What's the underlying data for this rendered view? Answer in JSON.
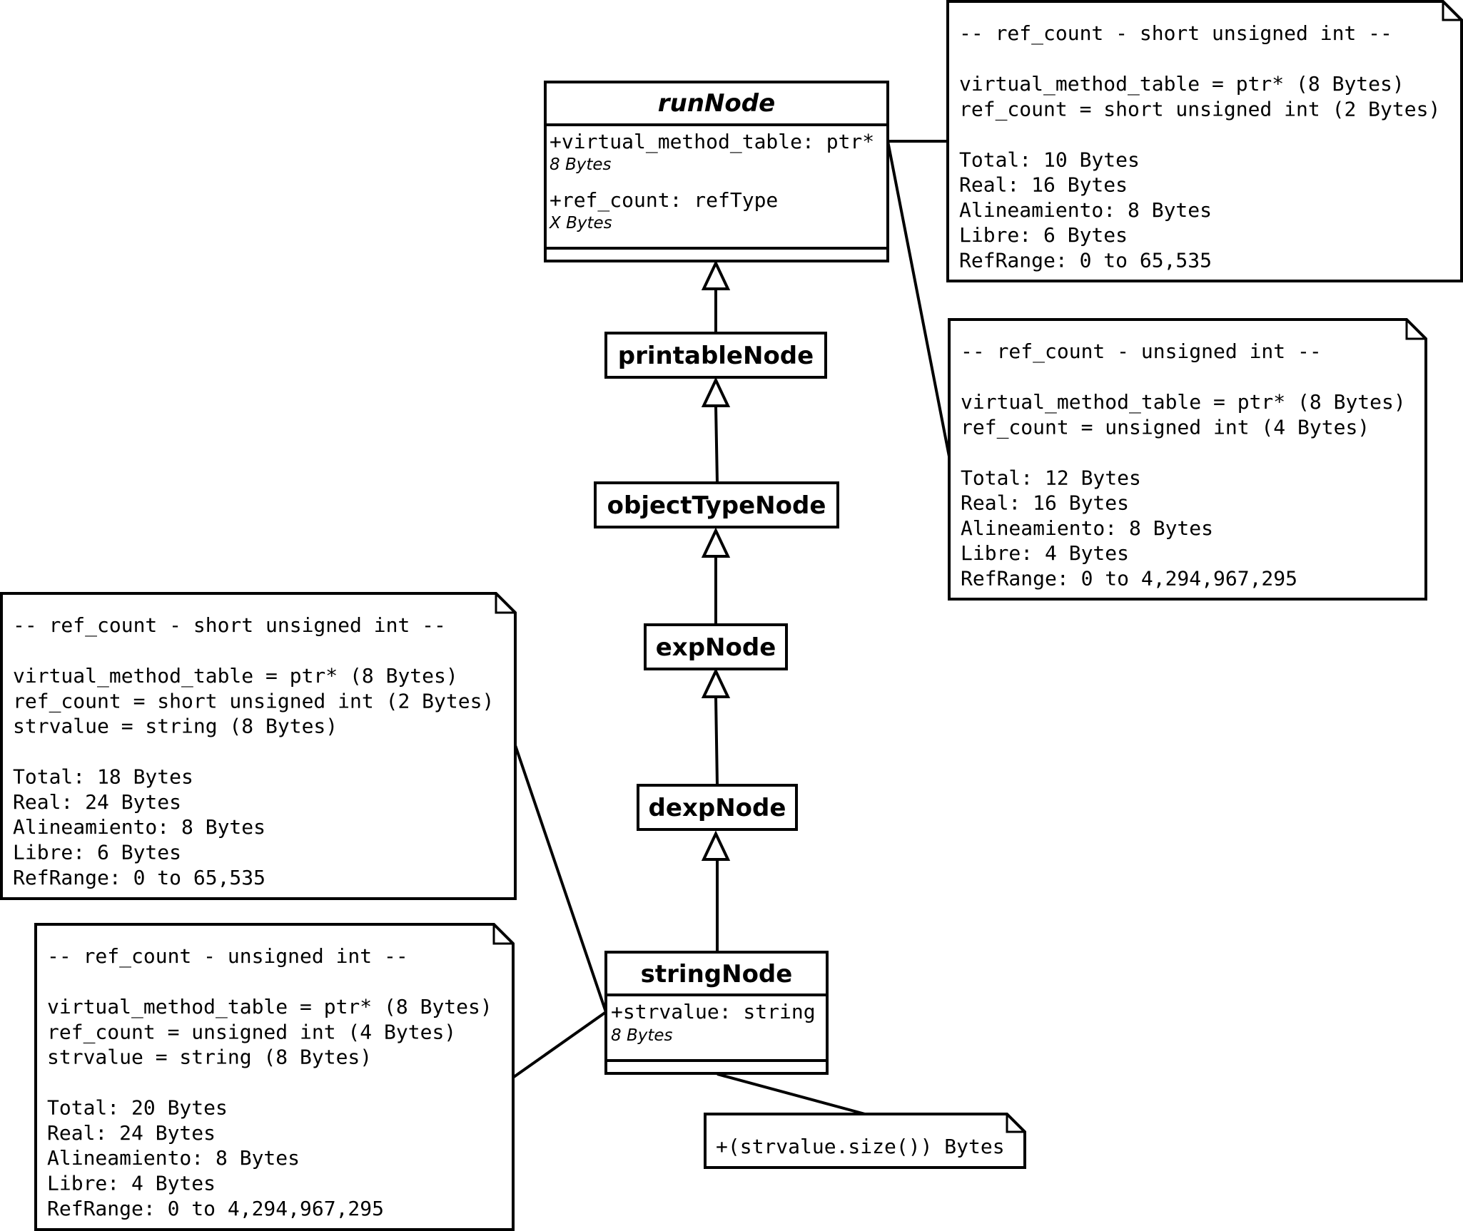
{
  "diagram": {
    "classes": {
      "run_node": {
        "name": "runNode",
        "attributes": [
          {
            "signature": "+virtual_method_table: ptr*",
            "size": "8 Bytes"
          },
          {
            "signature": "+ref_count: refType",
            "size": "X Bytes"
          }
        ]
      },
      "printable_node": {
        "name": "printableNode"
      },
      "object_type_node": {
        "name": "objectTypeNode"
      },
      "exp_node": {
        "name": "expNode"
      },
      "dexp_node": {
        "name": "dexpNode"
      },
      "string_node": {
        "name": "stringNode",
        "attributes": [
          {
            "signature": "+strvalue: string",
            "size": "8 Bytes"
          }
        ]
      }
    },
    "notes": {
      "run_short": [
        "-- ref_count - short unsigned int --",
        "",
        "virtual_method_table = ptr* (8 Bytes)",
        "ref_count = short unsigned int (2 Bytes)",
        "",
        "Total: 10 Bytes",
        "Real: 16 Bytes",
        "Alineamiento: 8 Bytes",
        "Libre: 6 Bytes",
        "RefRange: 0 to 65,535"
      ],
      "run_uint": [
        "-- ref_count - unsigned int --",
        "",
        "virtual_method_table = ptr* (8 Bytes)",
        "ref_count = unsigned int (4 Bytes)",
        "",
        "Total: 12 Bytes",
        "Real: 16 Bytes",
        "Alineamiento: 8 Bytes",
        "Libre: 4 Bytes",
        "RefRange: 0 to 4,294,967,295"
      ],
      "string_short": [
        "-- ref_count - short unsigned int --",
        "",
        "virtual_method_table = ptr* (8 Bytes)",
        "ref_count = short unsigned int (2 Bytes)",
        "strvalue = string (8 Bytes)",
        "",
        "Total: 18 Bytes",
        "Real: 24 Bytes",
        "Alineamiento: 8 Bytes",
        "Libre: 6 Bytes",
        "RefRange: 0 to 65,535"
      ],
      "string_uint": [
        "-- ref_count - unsigned int --",
        "",
        "virtual_method_table = ptr* (8 Bytes)",
        "ref_count = unsigned int (4 Bytes)",
        "strvalue = string (8 Bytes)",
        "",
        "Total: 20 Bytes",
        "Real: 24 Bytes",
        "Alineamiento: 8 Bytes",
        "Libre: 4 Bytes",
        "RefRange: 0 to 4,294,967,295"
      ],
      "string_extra": [
        "+(strvalue.size()) Bytes"
      ]
    }
  }
}
